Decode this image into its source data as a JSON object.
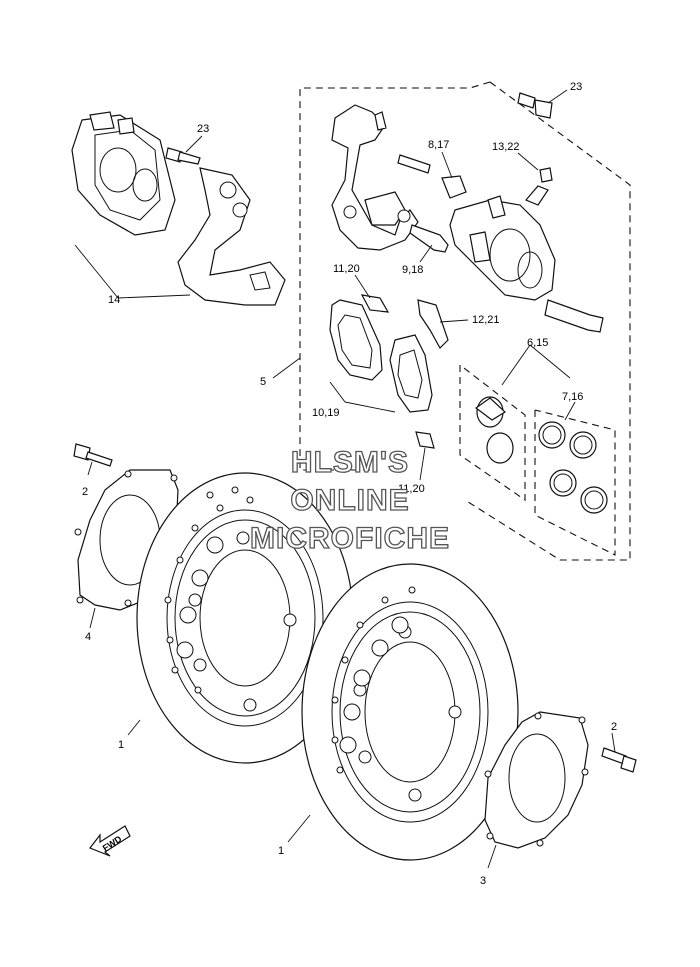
{
  "labels": {
    "l23a": "23",
    "l23b": "23",
    "l817": "8,17",
    "l1322": "13,22",
    "l918": "9,18",
    "l1120a": "11,20",
    "l1221": "12,21",
    "l615": "6,15",
    "l716": "7,16",
    "l5": "5",
    "l1019": "10,19",
    "l14": "14",
    "l1120b": "11,20",
    "l2a": "2",
    "l4": "4",
    "l1a": "1",
    "l2b": "2",
    "l1b": "1",
    "l3": "3"
  },
  "watermark": {
    "line1": "HLSM'S",
    "line2": "ONLINE",
    "line3": "MICROFICHE"
  },
  "fwd_arrow": "FWD"
}
